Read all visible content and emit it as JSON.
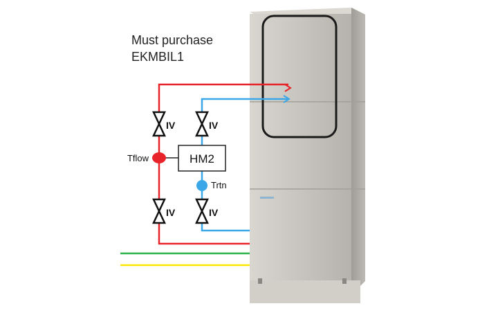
{
  "note": {
    "line1": "Must purchase",
    "line2": "EKMBIL1"
  },
  "hm2_label": "HM2",
  "sensors": {
    "flow": "Tflow",
    "return": "Trtn"
  },
  "valve_label": "IV",
  "colors": {
    "flow_pipe": "#e8232a",
    "return_pipe": "#3aa7e8",
    "green_wire": "#2bb34a",
    "yellow_wire": "#ffe600",
    "cabinet": "#c4c1bb",
    "panel_outline": "#1a1a1a"
  }
}
